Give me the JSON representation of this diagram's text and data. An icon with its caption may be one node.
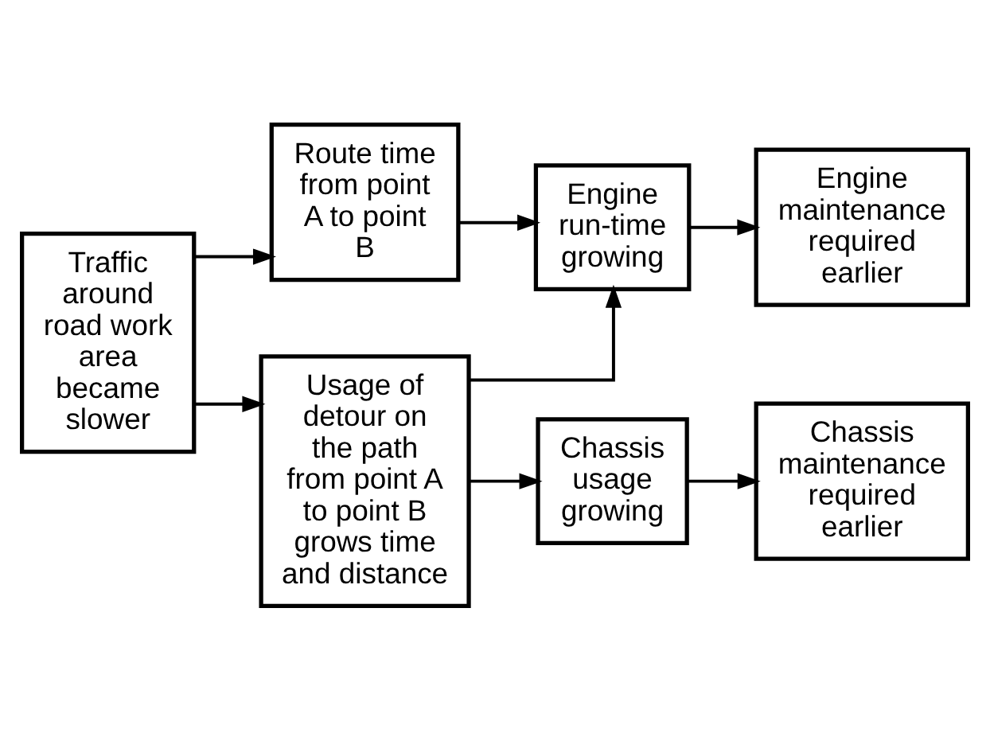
{
  "diagram": {
    "nodes": [
      {
        "text": [
          "Traffic around road work area became slower"
        ]
      },
      {
        "text": [
          "Route time from point A to point B"
        ]
      },
      {
        "text": [
          "Usage of detour on the path from point A to point B grows time and distance"
        ]
      },
      {
        "text": [
          "Engine run-time growing"
        ]
      },
      {
        "text": [
          "Engine maintenance required earlier"
        ]
      },
      {
        "text": [
          "Chassis usage growing"
        ]
      },
      {
        "text": [
          "Chassis maintenance required earlier"
        ]
      }
    ],
    "edges": [
      {
        "from": 0,
        "to": 1,
        "arrow": "to"
      },
      {
        "from": 0,
        "to": 2,
        "arrow": "to"
      },
      {
        "from": 1,
        "to": 3,
        "arrow": "to"
      },
      {
        "from": 2,
        "to": 3,
        "arrow": "to"
      },
      {
        "from": 2,
        "to": 5,
        "arrow": "to"
      },
      {
        "from": 3,
        "to": 4,
        "arrow": "to"
      },
      {
        "from": 5,
        "to": 6,
        "arrow": "to"
      }
    ]
  }
}
